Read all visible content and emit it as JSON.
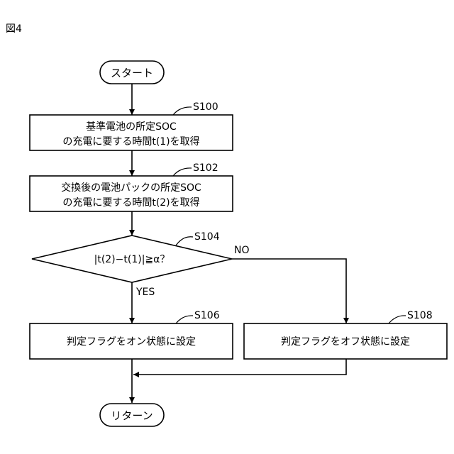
{
  "figure_label": "図4",
  "start": {
    "label": "スタート"
  },
  "end": {
    "label": "リターン"
  },
  "steps": {
    "s100": {
      "id": "S100",
      "line1": "基準電池の所定SOC",
      "line2": "の充電に要する時間t(1)を取得"
    },
    "s102": {
      "id": "S102",
      "line1": "交換後の電池パックの所定SOC",
      "line2": "の充電に要する時間t(2)を取得"
    },
    "s104": {
      "id": "S104",
      "condition": "|t(2)−t(1)|≧α？",
      "yes_label": "YES",
      "no_label": "NO"
    },
    "s106": {
      "id": "S106",
      "label": "判定フラグをオン状態に設定"
    },
    "s108": {
      "id": "S108",
      "label": "判定フラグをオフ状態に設定"
    }
  }
}
